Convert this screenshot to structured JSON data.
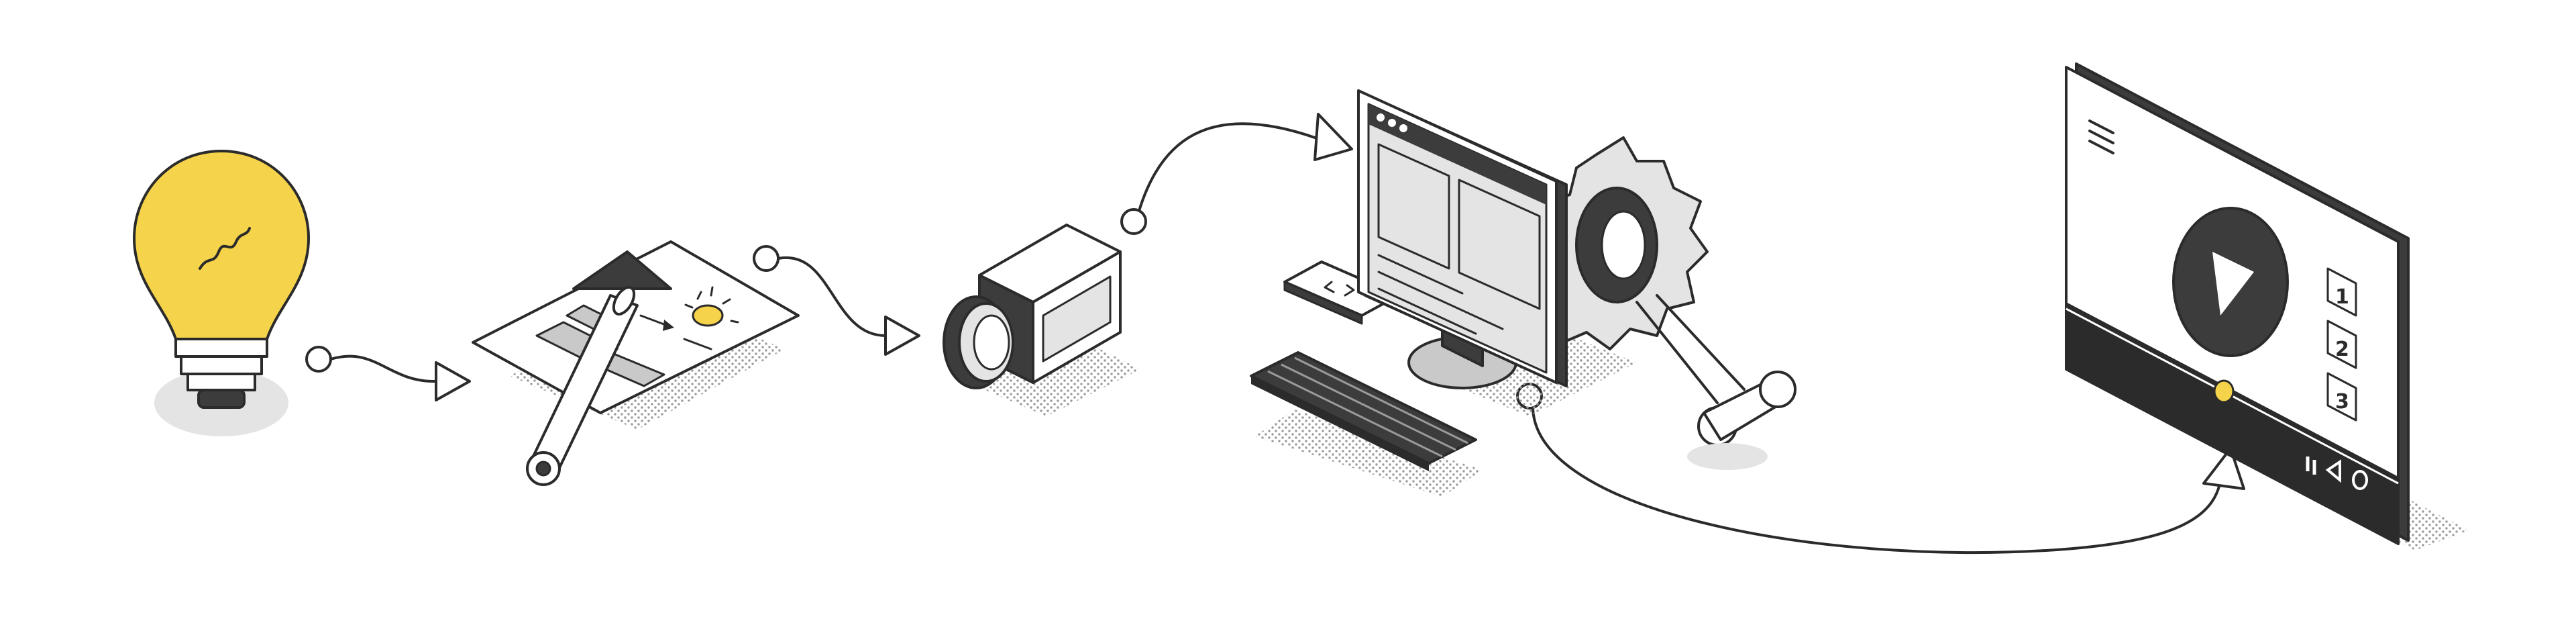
{
  "colors": {
    "ink": "#2b2b2b",
    "accent_yellow": "#f5d34b",
    "light_gray": "#e4e4e4",
    "mid_gray": "#c9c9c9",
    "dark_fill": "#3c3c3c",
    "background": "#ffffff"
  },
  "stages": [
    {
      "icon": "lightbulb-icon"
    },
    {
      "icon": "storyboard-sketch-icon"
    },
    {
      "icon": "video-camera-icon"
    },
    {
      "icon": "computer-editing-icon"
    },
    {
      "icon": "video-player-icon"
    }
  ],
  "connectors": [
    {
      "from": "lightbulb-icon",
      "to": "storyboard-sketch-icon"
    },
    {
      "from": "storyboard-sketch-icon",
      "to": "video-camera-icon"
    },
    {
      "from": "video-camera-icon",
      "to": "computer-editing-icon"
    },
    {
      "from": "computer-editing-icon",
      "to": "video-player-icon"
    }
  ],
  "player": {
    "side_buttons": [
      "1",
      "2",
      "3"
    ],
    "controls": [
      "pause-icon",
      "volume-icon",
      "settings-icon"
    ]
  }
}
